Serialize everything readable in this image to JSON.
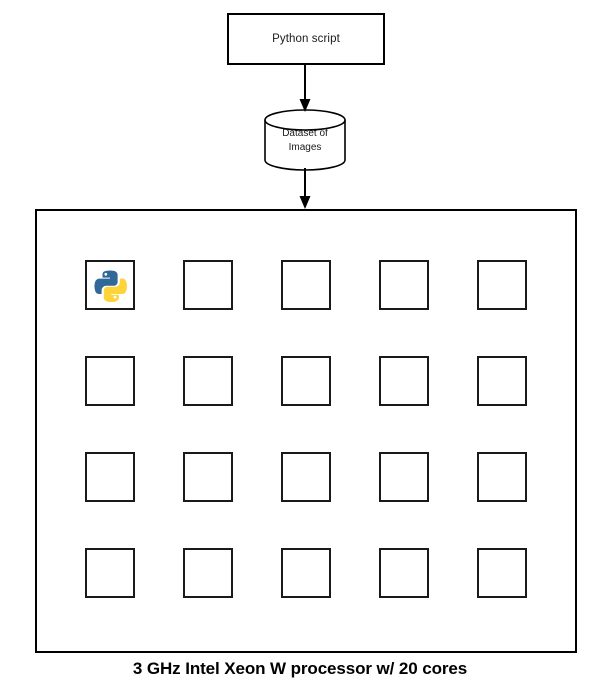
{
  "diagram": {
    "type": "flowchart",
    "background_color": "#ffffff",
    "stroke_color": "#000000",
    "nodes": {
      "script": {
        "label": "Python script",
        "shape": "rectangle"
      },
      "dataset": {
        "label": "Dataset of\nImages",
        "label_line1": "Dataset of",
        "label_line2": "Images",
        "shape": "cylinder"
      },
      "processor": {
        "caption": "3 GHz Intel Xeon W processor w/ 20 cores",
        "shape": "rectangle",
        "core_count": 20,
        "grid_columns": 5,
        "grid_rows": 4,
        "busy_core_index": 0,
        "busy_core_icon": "python-logo-icon"
      }
    },
    "edges": [
      {
        "from": "script",
        "to": "dataset",
        "style": "solid",
        "arrowhead": "filled-triangle"
      },
      {
        "from": "dataset",
        "to": "processor",
        "style": "solid",
        "arrowhead": "filled-triangle"
      }
    ],
    "colors": {
      "python_blue": "#306998",
      "python_yellow": "#FFD43B",
      "outline": "#1a1a1a"
    },
    "cores": [
      {
        "id": 1,
        "occupied": true
      },
      {
        "id": 2,
        "occupied": false
      },
      {
        "id": 3,
        "occupied": false
      },
      {
        "id": 4,
        "occupied": false
      },
      {
        "id": 5,
        "occupied": false
      },
      {
        "id": 6,
        "occupied": false
      },
      {
        "id": 7,
        "occupied": false
      },
      {
        "id": 8,
        "occupied": false
      },
      {
        "id": 9,
        "occupied": false
      },
      {
        "id": 10,
        "occupied": false
      },
      {
        "id": 11,
        "occupied": false
      },
      {
        "id": 12,
        "occupied": false
      },
      {
        "id": 13,
        "occupied": false
      },
      {
        "id": 14,
        "occupied": false
      },
      {
        "id": 15,
        "occupied": false
      },
      {
        "id": 16,
        "occupied": false
      },
      {
        "id": 17,
        "occupied": false
      },
      {
        "id": 18,
        "occupied": false
      },
      {
        "id": 19,
        "occupied": false
      },
      {
        "id": 20,
        "occupied": false
      }
    ]
  }
}
